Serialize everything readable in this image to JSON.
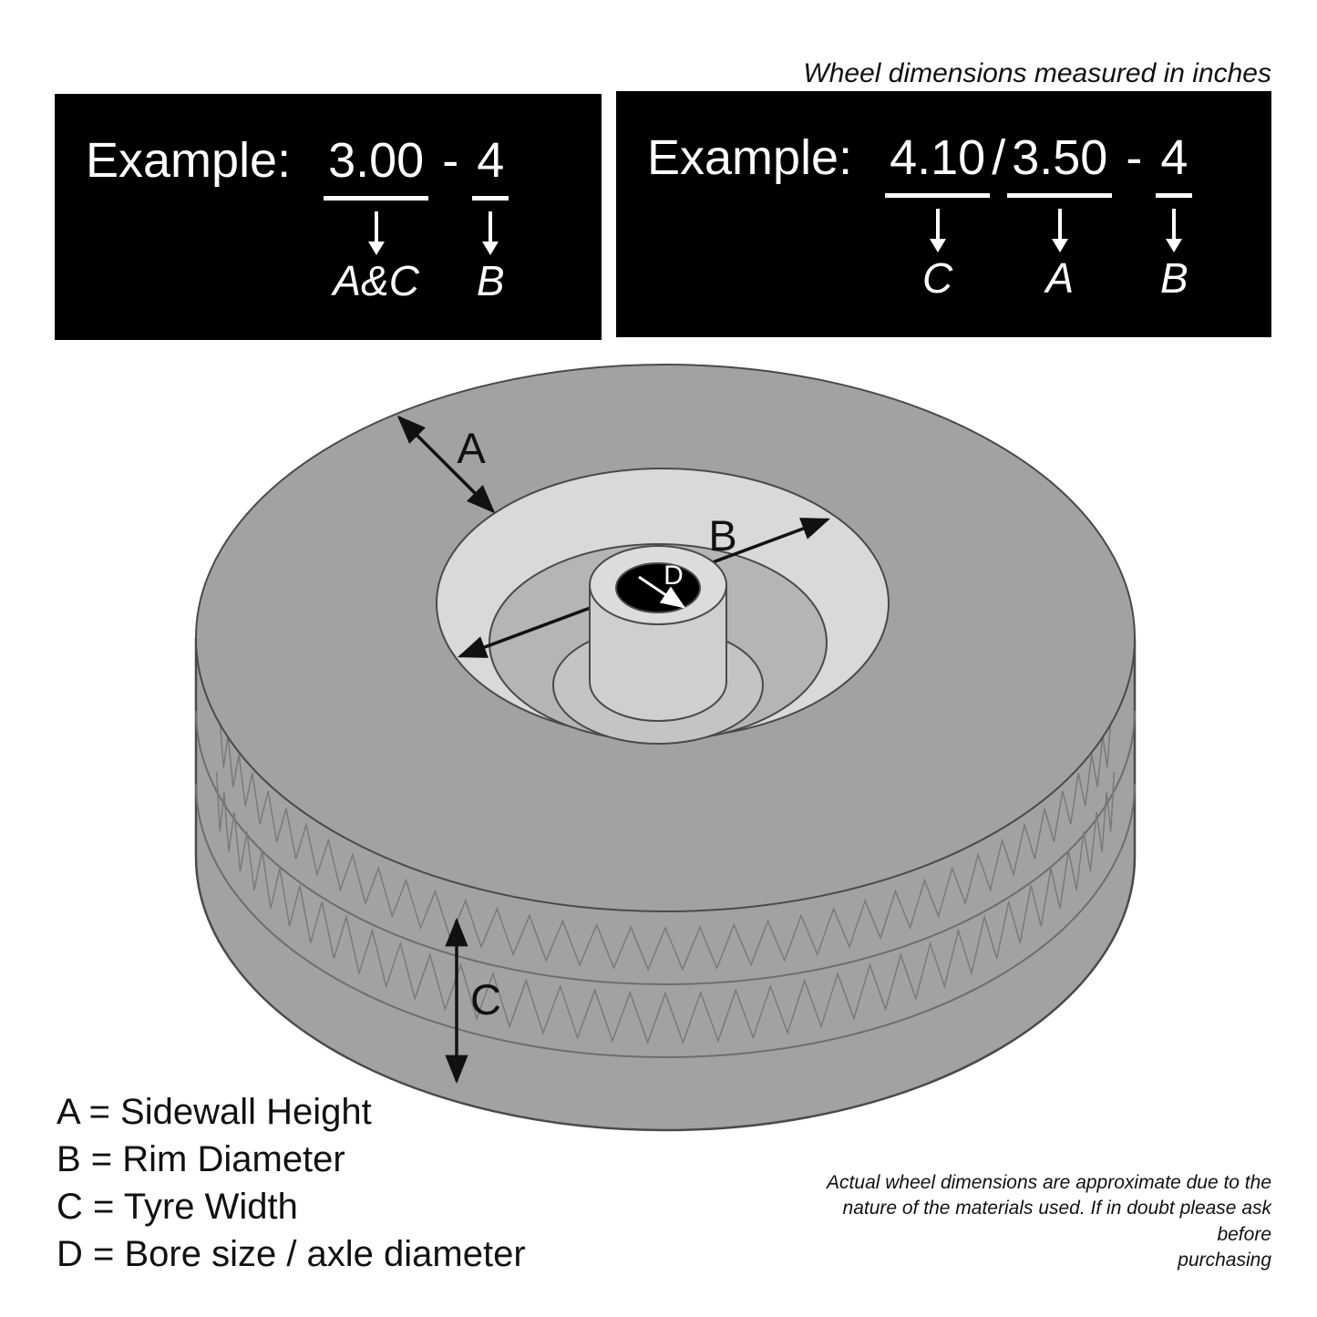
{
  "header": {
    "note": "Wheel dimensions measured in inches"
  },
  "example_boxes": [
    {
      "label": "Example:",
      "separator": "-",
      "parts": [
        {
          "value": "3.00",
          "callout": "A&C"
        },
        {
          "value": "4",
          "callout": "B"
        }
      ]
    },
    {
      "label": "Example:",
      "slash": "/",
      "separator": "-",
      "parts": [
        {
          "value": "4.10",
          "callout": "C"
        },
        {
          "value": "3.50",
          "callout": "A"
        },
        {
          "value": "4",
          "callout": "B"
        }
      ]
    }
  ],
  "diagram": {
    "label_a": "A",
    "label_b": "B",
    "label_c": "C",
    "label_d": "D"
  },
  "legend": {
    "items": [
      "A = Sidewall Height",
      "B = Rim Diameter",
      "C = Tyre Width",
      "D = Bore size / axle diameter"
    ]
  },
  "footer": {
    "lines": [
      "Actual wheel dimensions are approximate due to the",
      "nature of the materials used. If in doubt please ask before",
      "purchasing"
    ]
  },
  "colors": {
    "background": "#ffffff",
    "box_bg": "#000000",
    "box_text": "#ffffff",
    "tyre": "#a2a2a2",
    "rim": "#d9d9d9",
    "recess": "#b5b5b5",
    "recess_floor": "#c4c4c4",
    "hub": "#cfcfcf",
    "hub_top": "#dcdcdc",
    "bore": "#000000",
    "outline": "#4a4a4a"
  }
}
